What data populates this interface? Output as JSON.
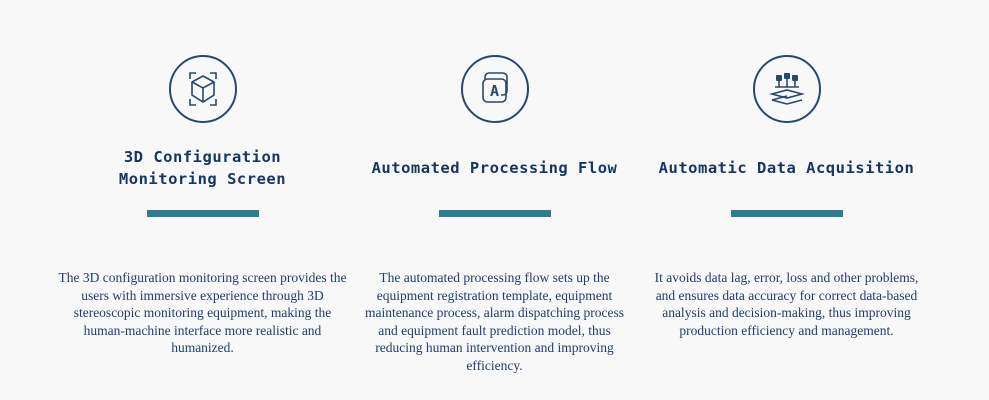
{
  "colors": {
    "accent": "#2e7c8e",
    "title_text": "#16365f",
    "body_text": "#1f3d6e",
    "background": "#f8f8f8"
  },
  "features": [
    {
      "icon": "3d-cube-icon",
      "title": "3D Configuration\nMonitoring Screen",
      "description": "The 3D configuration monitoring screen provides the users with immersive experience through 3D stereoscopic monitoring equipment, making the human-machine interface more realistic and humanized."
    },
    {
      "icon": "automated-flow-icon",
      "title": "Automated Processing Flow",
      "description": "The automated processing flow sets up the equipment registration template, equipment maintenance process, alarm dispatching process and equipment fault prediction model, thus reducing human intervention and improving efficiency."
    },
    {
      "icon": "data-acquisition-icon",
      "title": "Automatic Data Acquisition",
      "description": "It avoids data lag, error, loss and other problems, and ensures data accuracy for correct data-based analysis and decision-making, thus improving production efficiency and management."
    }
  ]
}
